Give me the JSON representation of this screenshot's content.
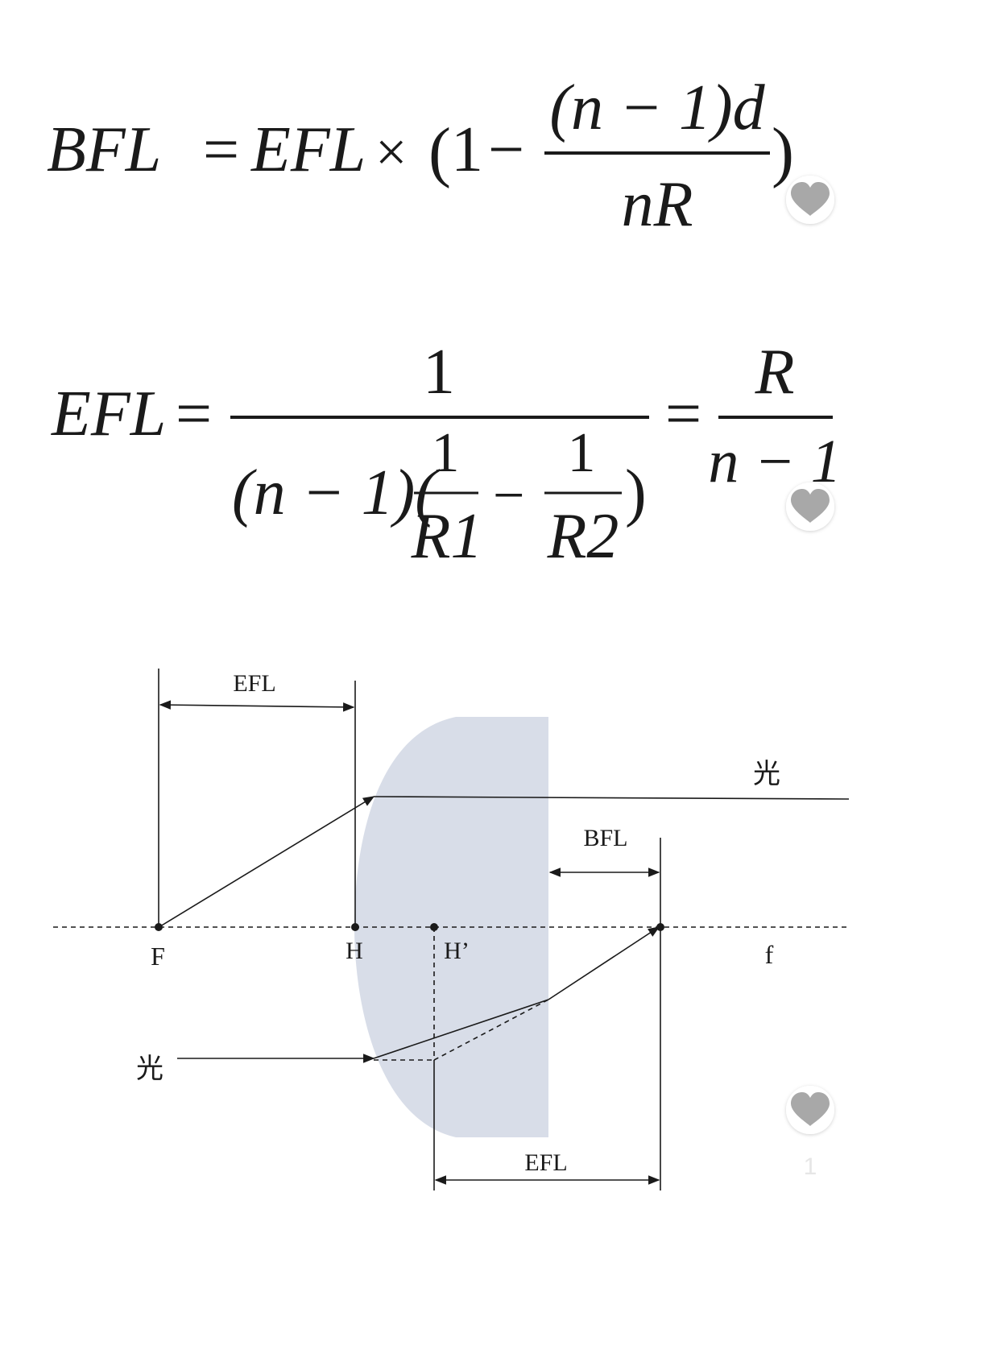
{
  "formula_bfl": {
    "lhs": "BFL",
    "eq": "=",
    "efl": "EFL",
    "times": "×",
    "open": "(",
    "one": "1",
    "minus": "−",
    "numerator": "(n − 1)d",
    "denominator": "nR",
    "close": ")"
  },
  "formula_efl": {
    "lhs": "EFL",
    "eq": "=",
    "numerator": "1",
    "den_prefix": "(n − 1)(",
    "r1_num": "1",
    "r1_den": "R1",
    "minus": "−",
    "r2_num": "1",
    "r2_den": "R2",
    "den_suffix": ")",
    "eq2": "=",
    "rhs_num": "R",
    "rhs_den": "n − 1"
  },
  "diagram": {
    "efl_top_label": "EFL",
    "efl_bottom_label": "EFL",
    "bfl_label": "BFL",
    "light_top_label": "光",
    "light_bottom_label": "光",
    "point_F": "F",
    "point_H": "H",
    "point_H_prime": "H’",
    "point_f": "f",
    "lens_color": "#d8dde8"
  },
  "likes": {
    "third_count": "1"
  }
}
